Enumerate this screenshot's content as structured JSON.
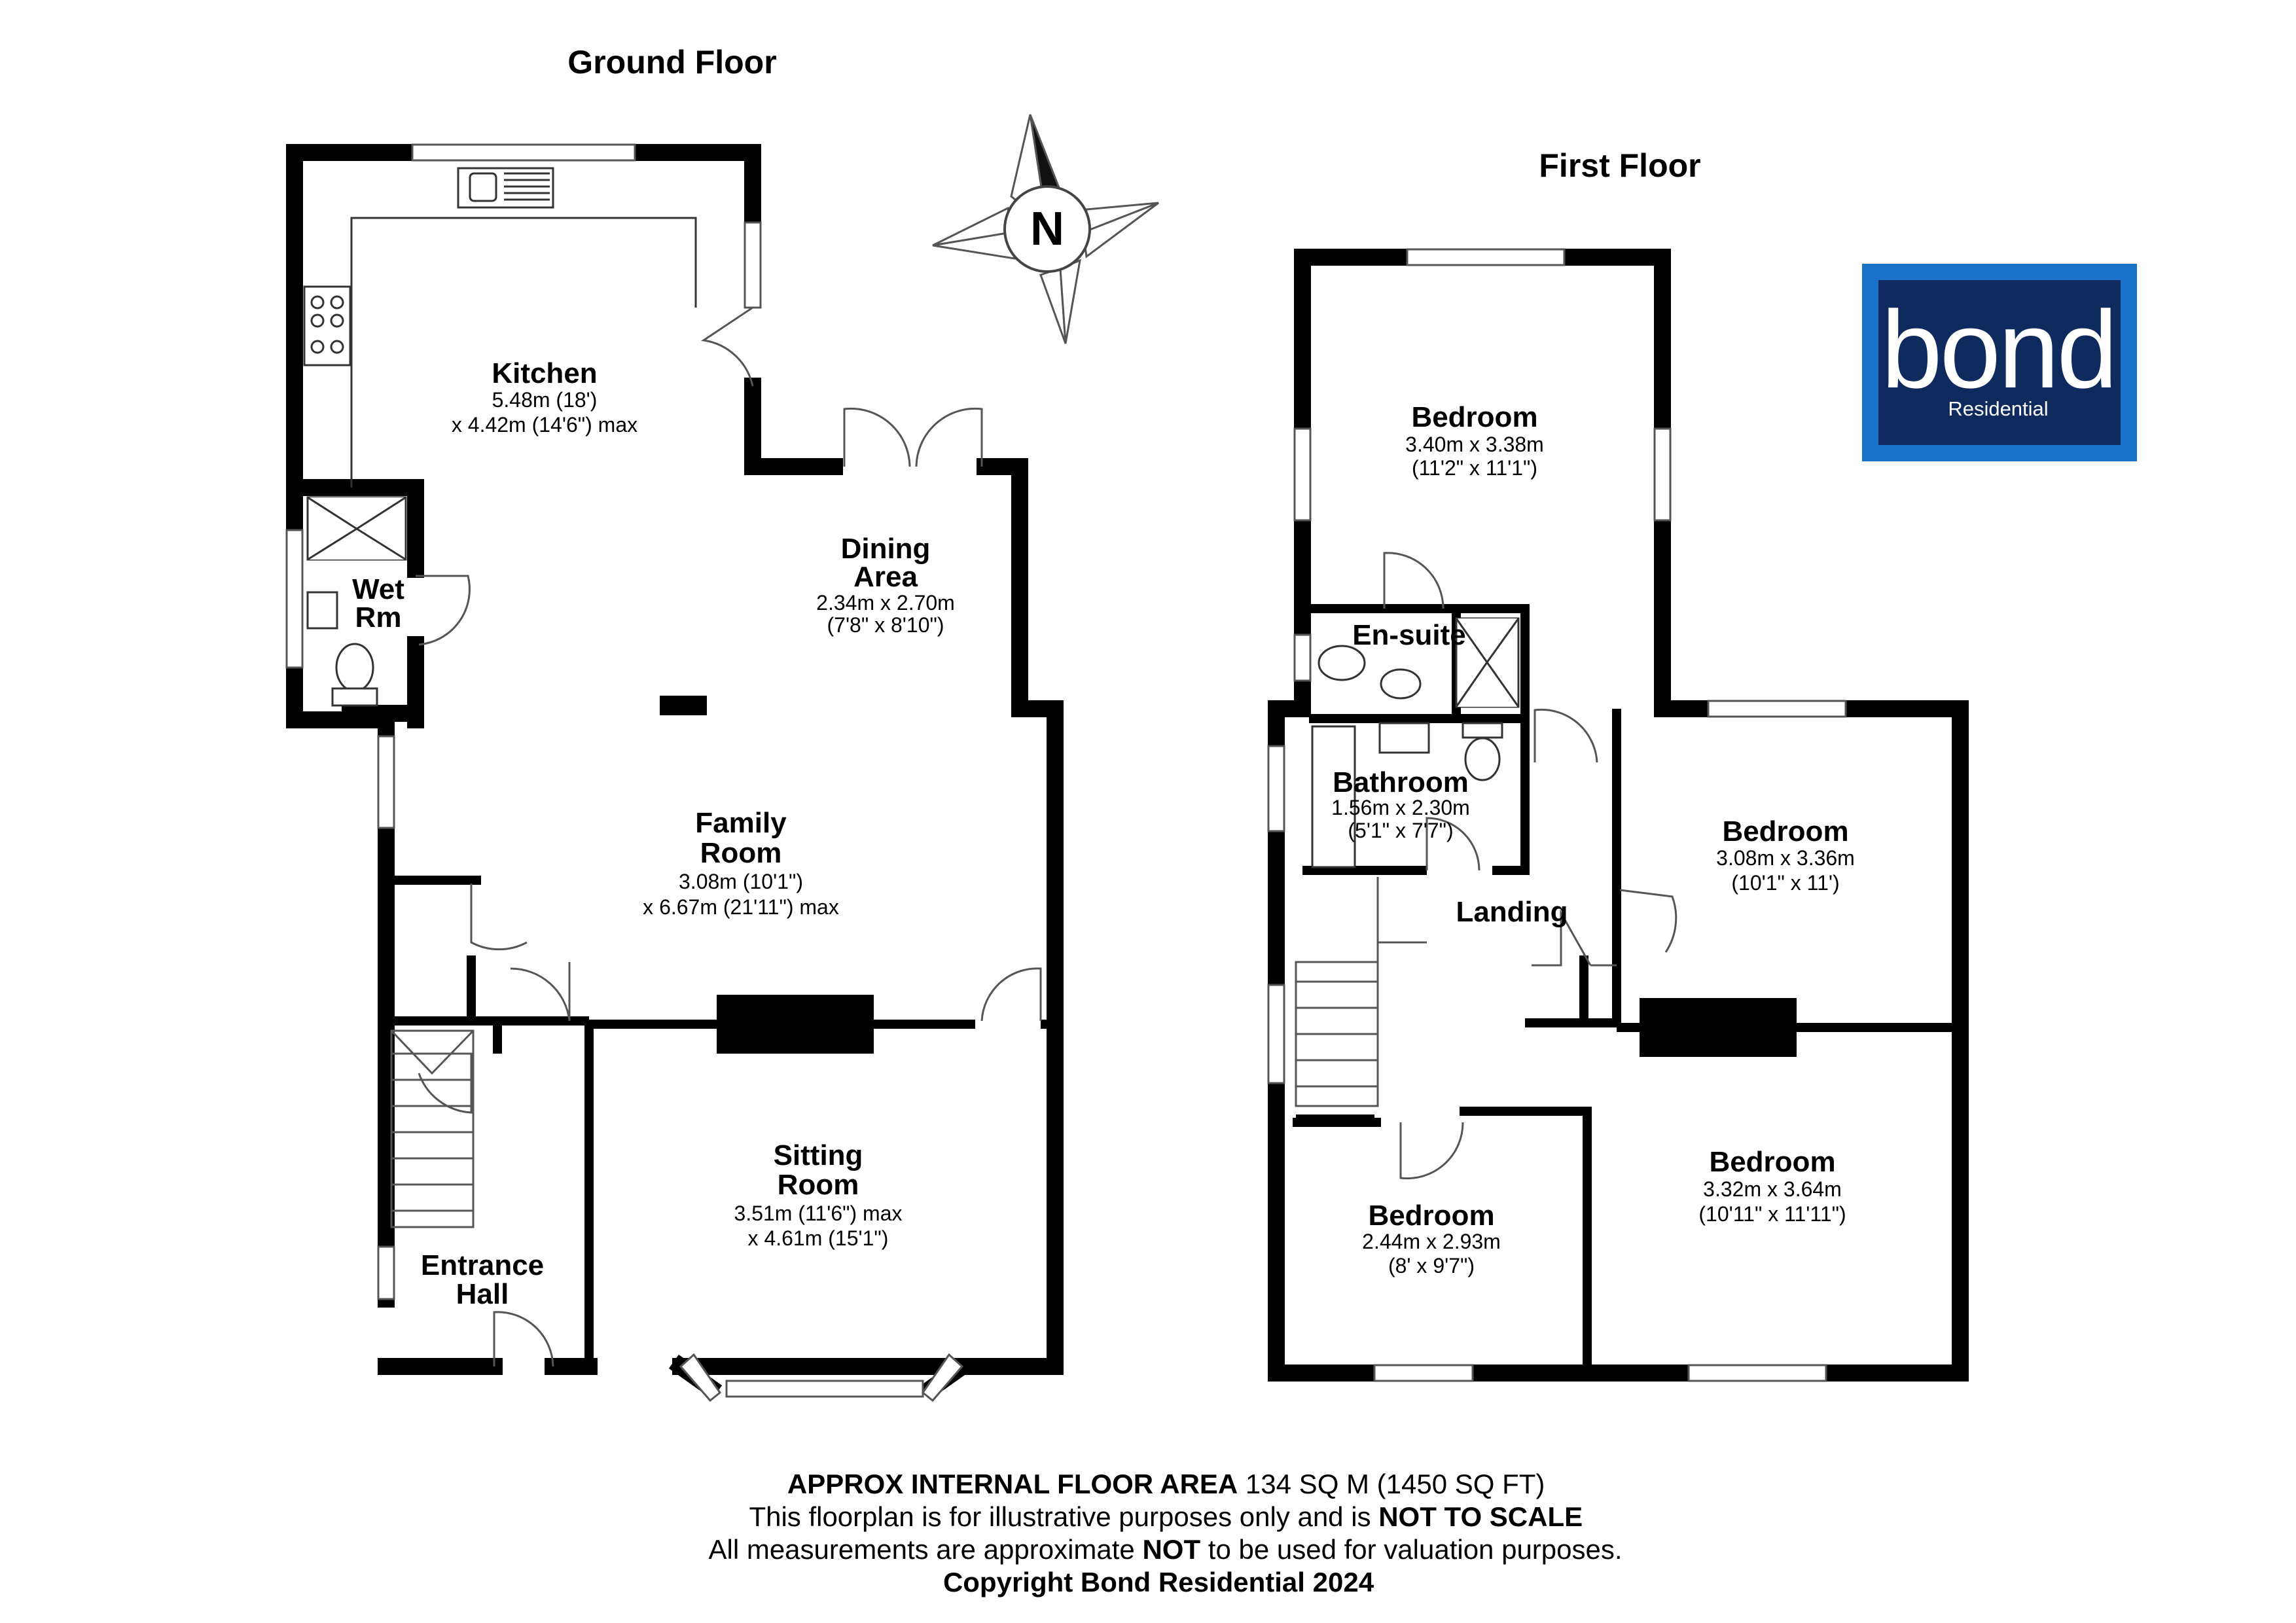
{
  "floors": {
    "ground": "Ground Floor",
    "first": "First Floor"
  },
  "compass": {
    "label": "N"
  },
  "logo": {
    "name": "bond",
    "subtitle": "Residential",
    "bg": "#0e2a5e",
    "border": "#1a73c9"
  },
  "rooms": {
    "kitchen": {
      "name": "Kitchen",
      "dim1": "5.48m (18')",
      "dim2": "x 4.42m (14'6\") max"
    },
    "wetroom": {
      "name1": "Wet",
      "name2": "Rm"
    },
    "dining": {
      "name1": "Dining",
      "name2": "Area",
      "dim1": "2.34m x 2.70m",
      "dim2": "(7'8\" x 8'10\")"
    },
    "family": {
      "name1": "Family",
      "name2": "Room",
      "dim1": "3.08m (10'1\")",
      "dim2": "x 6.67m (21'11\") max"
    },
    "sitting": {
      "name1": "Sitting",
      "name2": "Room",
      "dim1": "3.51m (11'6\") max",
      "dim2": "x 4.61m (15'1\")"
    },
    "entrance": {
      "name1": "Entrance",
      "name2": "Hall"
    },
    "bedroom1": {
      "name": "Bedroom",
      "dim1": "3.40m x 3.38m",
      "dim2": "(11'2\" x 11'1\")"
    },
    "ensuite": {
      "name": "En-suite"
    },
    "bathroom": {
      "name": "Bathroom",
      "dim1": "1.56m x 2.30m",
      "dim2": "(5'1\" x 7'7\")"
    },
    "landing": {
      "name": "Landing"
    },
    "bedroom2": {
      "name": "Bedroom",
      "dim1": "3.08m x 3.36m",
      "dim2": "(10'1\" x 11')"
    },
    "bedroom3": {
      "name": "Bedroom",
      "dim1": "2.44m x 2.93m",
      "dim2": "(8' x 9'7\")"
    },
    "bedroom4": {
      "name": "Bedroom",
      "dim1": "3.32m x 3.64m",
      "dim2": "(10'11\" x 11'11\")"
    }
  },
  "footer": {
    "line1_bold": "APPROX INTERNAL FLOOR AREA",
    "line1_rest": " 134 SQ M (1450 SQ FT)",
    "line2_a": "This floorplan is for illustrative purposes only and is ",
    "line2_bold": "NOT TO SCALE",
    "line3_a": "All measurements are approximate ",
    "line3_bold": "NOT",
    "line3_b": " to be used for valuation purposes.",
    "line4": "Copyright Bond Residential 2024"
  }
}
